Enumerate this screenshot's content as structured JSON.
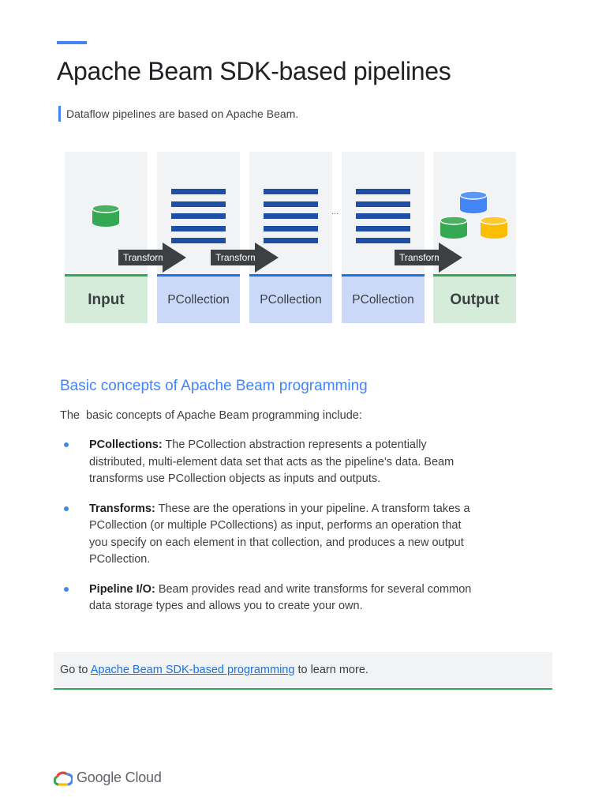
{
  "header": {
    "title": "Apache Beam SDK-based pipelines",
    "subtitle": "Dataflow pipelines are based on Apache Beam."
  },
  "diagram": {
    "columns": [
      {
        "label": "Input",
        "kind": "input"
      },
      {
        "label": "PCollection",
        "kind": "pcollection"
      },
      {
        "label": "PCollection",
        "kind": "pcollection"
      },
      {
        "label": "PCollection",
        "kind": "pcollection"
      },
      {
        "label": "Output",
        "kind": "output"
      }
    ],
    "arrow_label": "Transform",
    "ellipsis": "...",
    "colors": {
      "input_output_bg": "#d4ecd9",
      "input_output_border": "#34a853",
      "pcollection_bg": "#c9d9f7",
      "pcollection_border": "#1a73e8",
      "list_lines": "#1e4fa6",
      "db_green": "#34a853",
      "db_blue": "#4285f4",
      "db_yellow": "#fbbc04"
    }
  },
  "section": {
    "heading": "Basic concepts of Apache Beam programming",
    "intro": "The  basic concepts of Apache Beam programming include:",
    "items": [
      {
        "term": "PCollections:",
        "text": " The PCollection abstraction represents a potentially distributed, multi-element data set that acts as the pipeline's data. Beam transforms use PCollection objects as inputs and outputs."
      },
      {
        "term": "Transforms:",
        "text": " These are the operations in your pipeline. A transform takes a PCollection (or multiple PCollections) as input, performs an operation that you specify on each element in that collection, and produces a new output PCollection."
      },
      {
        "term": "Pipeline I/O:",
        "text": " Beam provides read and write transforms for several common data storage types and allows you to create your own."
      }
    ]
  },
  "callout": {
    "prefix": "Go to ",
    "link_text": "Apache Beam SDK-based programming",
    "suffix": " to learn more."
  },
  "footer": {
    "logo_text": "Google Cloud"
  }
}
